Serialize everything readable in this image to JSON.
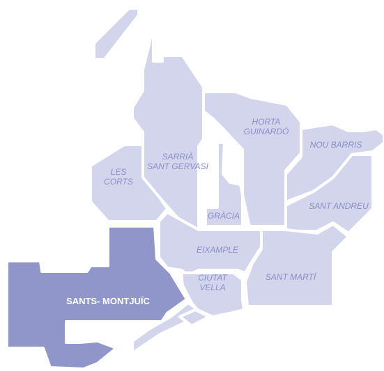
{
  "map": {
    "colors": {
      "district_fill": "#d3d5ec",
      "selected_fill": "#9096ca",
      "label_color": "#8a8fc6",
      "selected_label_color": "#ffffff",
      "border": "#ffffff"
    },
    "selected_district": "sants-montjuic",
    "districts": [
      {
        "id": "sarria-sant-gervasi",
        "label_lines": [
          "SARRIÀ",
          "SANT GERVASI"
        ]
      },
      {
        "id": "les-corts",
        "label_lines": [
          "LES",
          "CORTS"
        ]
      },
      {
        "id": "horta-guinardo",
        "label_lines": [
          "HORTA",
          "GUINARDÓ"
        ]
      },
      {
        "id": "nou-barris",
        "label_lines": [
          "NOU BARRIS"
        ]
      },
      {
        "id": "sant-andreu",
        "label_lines": [
          "SANT ANDREU"
        ]
      },
      {
        "id": "gracia",
        "label_lines": [
          "GRÀCIA"
        ]
      },
      {
        "id": "eixample",
        "label_lines": [
          "EIXAMPLE"
        ]
      },
      {
        "id": "ciutat-vella",
        "label_lines": [
          "CIUTAT",
          "VELLA"
        ]
      },
      {
        "id": "sant-marti",
        "label_lines": [
          "SANT MARTÍ"
        ]
      },
      {
        "id": "sants-montjuic",
        "label_lines": [
          "SANTS- MONTJUÏC"
        ]
      }
    ]
  }
}
